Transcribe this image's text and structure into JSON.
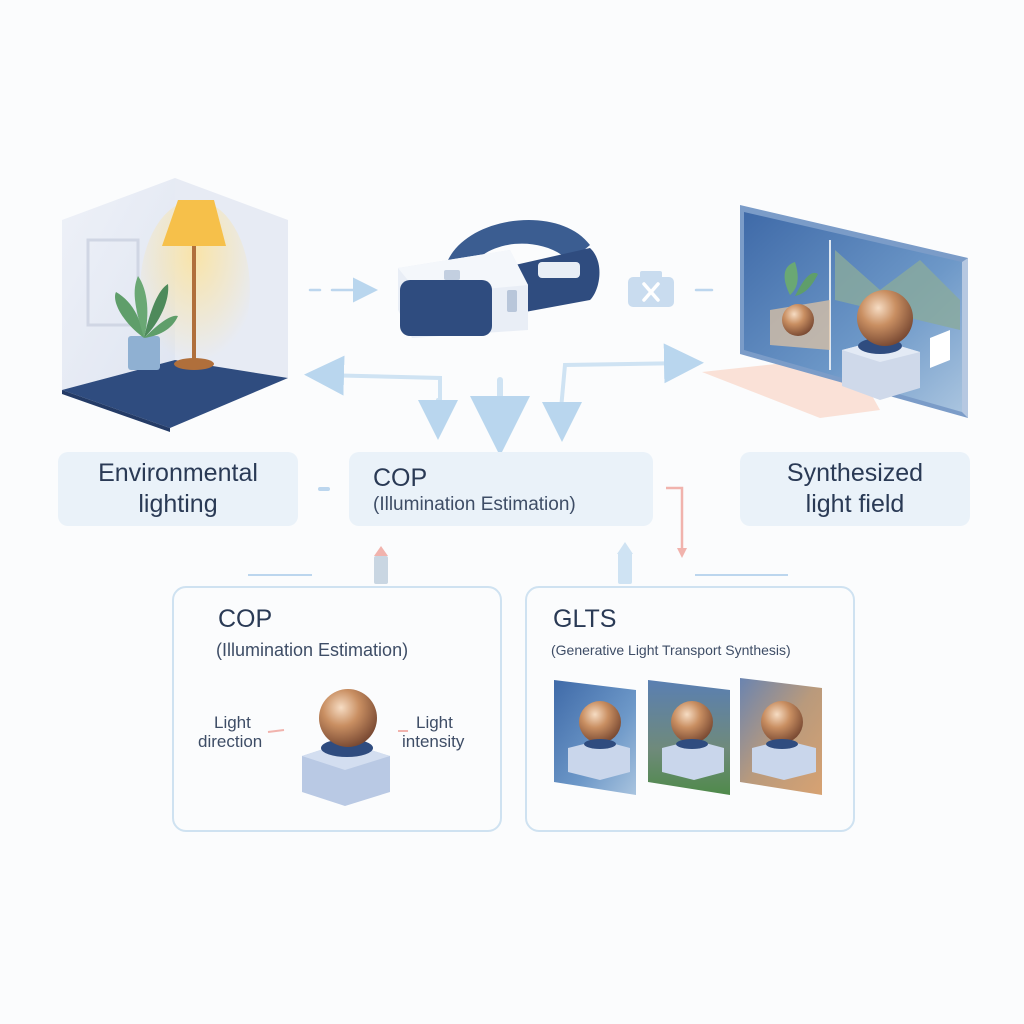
{
  "nodes": {
    "env_label": {
      "line1": "Environmental",
      "line2": "lighting"
    },
    "cop_label": {
      "line1": "COP",
      "line2": "(Illumination Estimation)"
    },
    "synth_label": {
      "line1": "Synthesized",
      "line2": "light field"
    }
  },
  "panels": {
    "cop": {
      "title": "COP",
      "subtitle": "(Illumination Estimation)",
      "left_label": {
        "line1": "Light",
        "line2": "direction"
      },
      "right_label": {
        "line1": "Light",
        "line2": "intensity"
      }
    },
    "glts": {
      "title": "GLTS",
      "subtitle": "(Generative Light Transport Synthesis)"
    }
  },
  "icons": {
    "room": "room-with-lamp-and-plant-icon",
    "headset": "vr-headset-icon",
    "display": "light-field-display-icon",
    "close": "close-icon",
    "sphere": "sphere-on-pedestal-icon"
  },
  "colors": {
    "accent": "#2f4f86",
    "label_bg": "#eaf2f9",
    "arrow": "#cfe3f3",
    "panel_border": "#cfe2f1",
    "sphere": "#c98f62",
    "lamp": "#f6c04a",
    "pink_arrow": "#f1b3ad"
  }
}
